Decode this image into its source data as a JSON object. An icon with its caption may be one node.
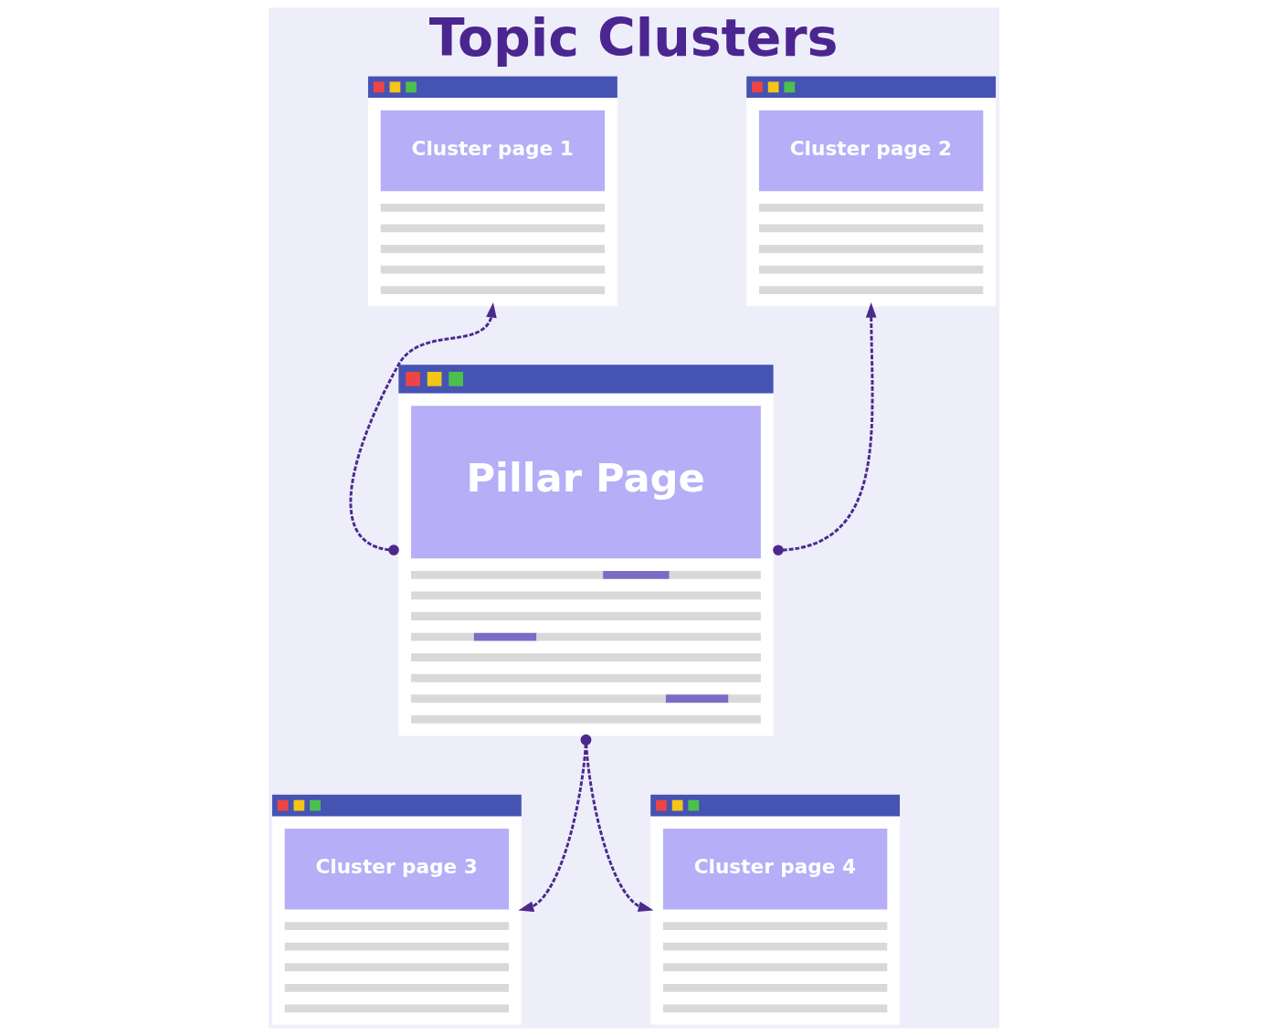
{
  "diagram": {
    "title": "Topic Clusters",
    "nodes": [
      {
        "text": [
          "Cluster page 1"
        ]
      },
      {
        "text": [
          "Cluster page 2"
        ]
      },
      {
        "text": [
          "Pillar Page"
        ]
      },
      {
        "text": [
          "Cluster page 3"
        ]
      },
      {
        "text": [
          "Cluster page 4"
        ]
      }
    ],
    "edges": [
      {
        "from": 2,
        "to": 0,
        "arrow": "to",
        "style": "dashed"
      },
      {
        "from": 2,
        "to": 1,
        "arrow": "to",
        "style": "dashed"
      },
      {
        "from": 2,
        "to": 3,
        "arrow": "to",
        "style": "dashed"
      },
      {
        "from": 2,
        "to": 4,
        "arrow": "to",
        "style": "dashed"
      }
    ]
  }
}
